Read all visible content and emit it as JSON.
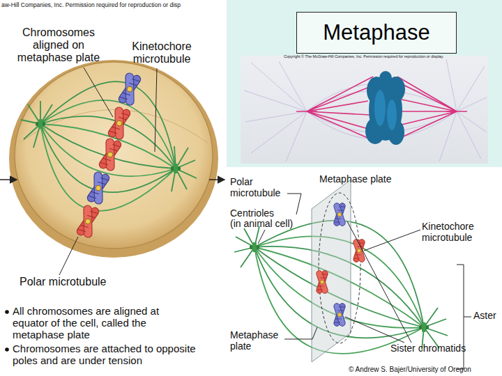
{
  "diagram": {
    "title": "Metaphase",
    "labels": [
      "aw-Hill Companies, Inc. Permission required for reproduction or disp",
      "Chromosomes aligned on metaphase plate",
      "Kinetochore microtubule",
      "Polar microtubule",
      "All chromosomes are aligned at equator of the cell, called the metaphase plate",
      "Chromosomes are attached to opposite poles and are under tension",
      "Copyright © The McGraw-Hill Companies, Inc. Permission required for reproduction or display.",
      "Metaphase plate",
      "Polar microtubule",
      "Centrioles",
      "(in animal cell)",
      "Kinetochore microtubule",
      "Metaphase plate",
      "Aster",
      "Sister chromatids",
      "© Andrew S. Bajer/University of Oregon"
    ]
  }
}
